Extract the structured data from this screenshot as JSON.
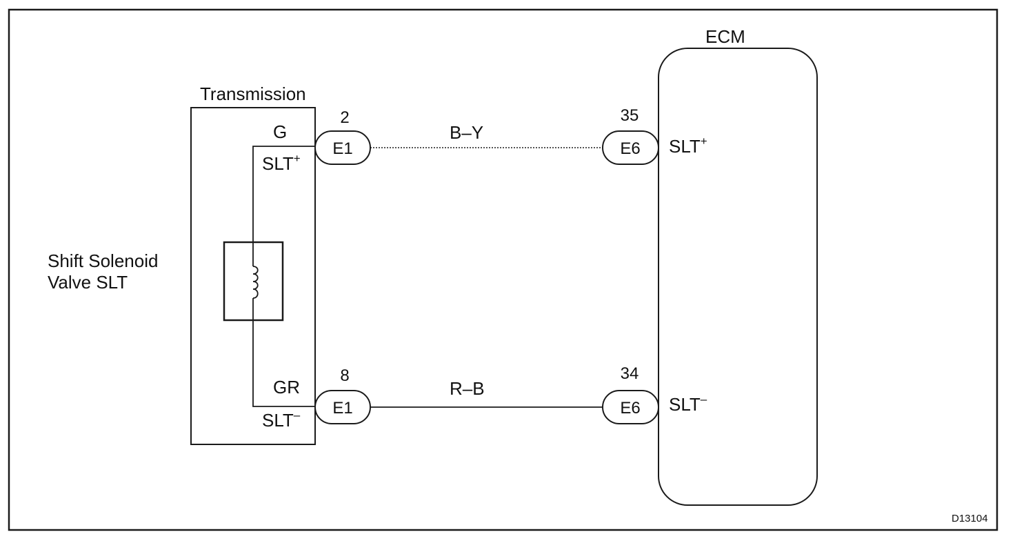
{
  "diagram_id": "D13104",
  "colors": {
    "line": "#1a1a1a",
    "background": "#ffffff"
  },
  "transmission": {
    "title": "Transmission",
    "plus_wire_color": "G",
    "minus_wire_color": "GR",
    "plus_terminal": "SLT",
    "minus_terminal": "SLT",
    "plus_sign": "+",
    "minus_sign": "–"
  },
  "solenoid": {
    "label_line1": "Shift Solenoid",
    "label_line2": "Valve SLT"
  },
  "ecm": {
    "title": "ECM",
    "plus_terminal": "SLT",
    "minus_terminal": "SLT",
    "plus_sign": "+",
    "minus_sign": "–"
  },
  "circuits": [
    {
      "wire_color": "B–Y",
      "from_connector": "E1",
      "from_pin": "2",
      "to_connector": "E6",
      "to_pin": "35",
      "line_style": "dashed"
    },
    {
      "wire_color": "R–B",
      "from_connector": "E1",
      "from_pin": "8",
      "to_connector": "E6",
      "to_pin": "34",
      "line_style": "solid"
    }
  ]
}
